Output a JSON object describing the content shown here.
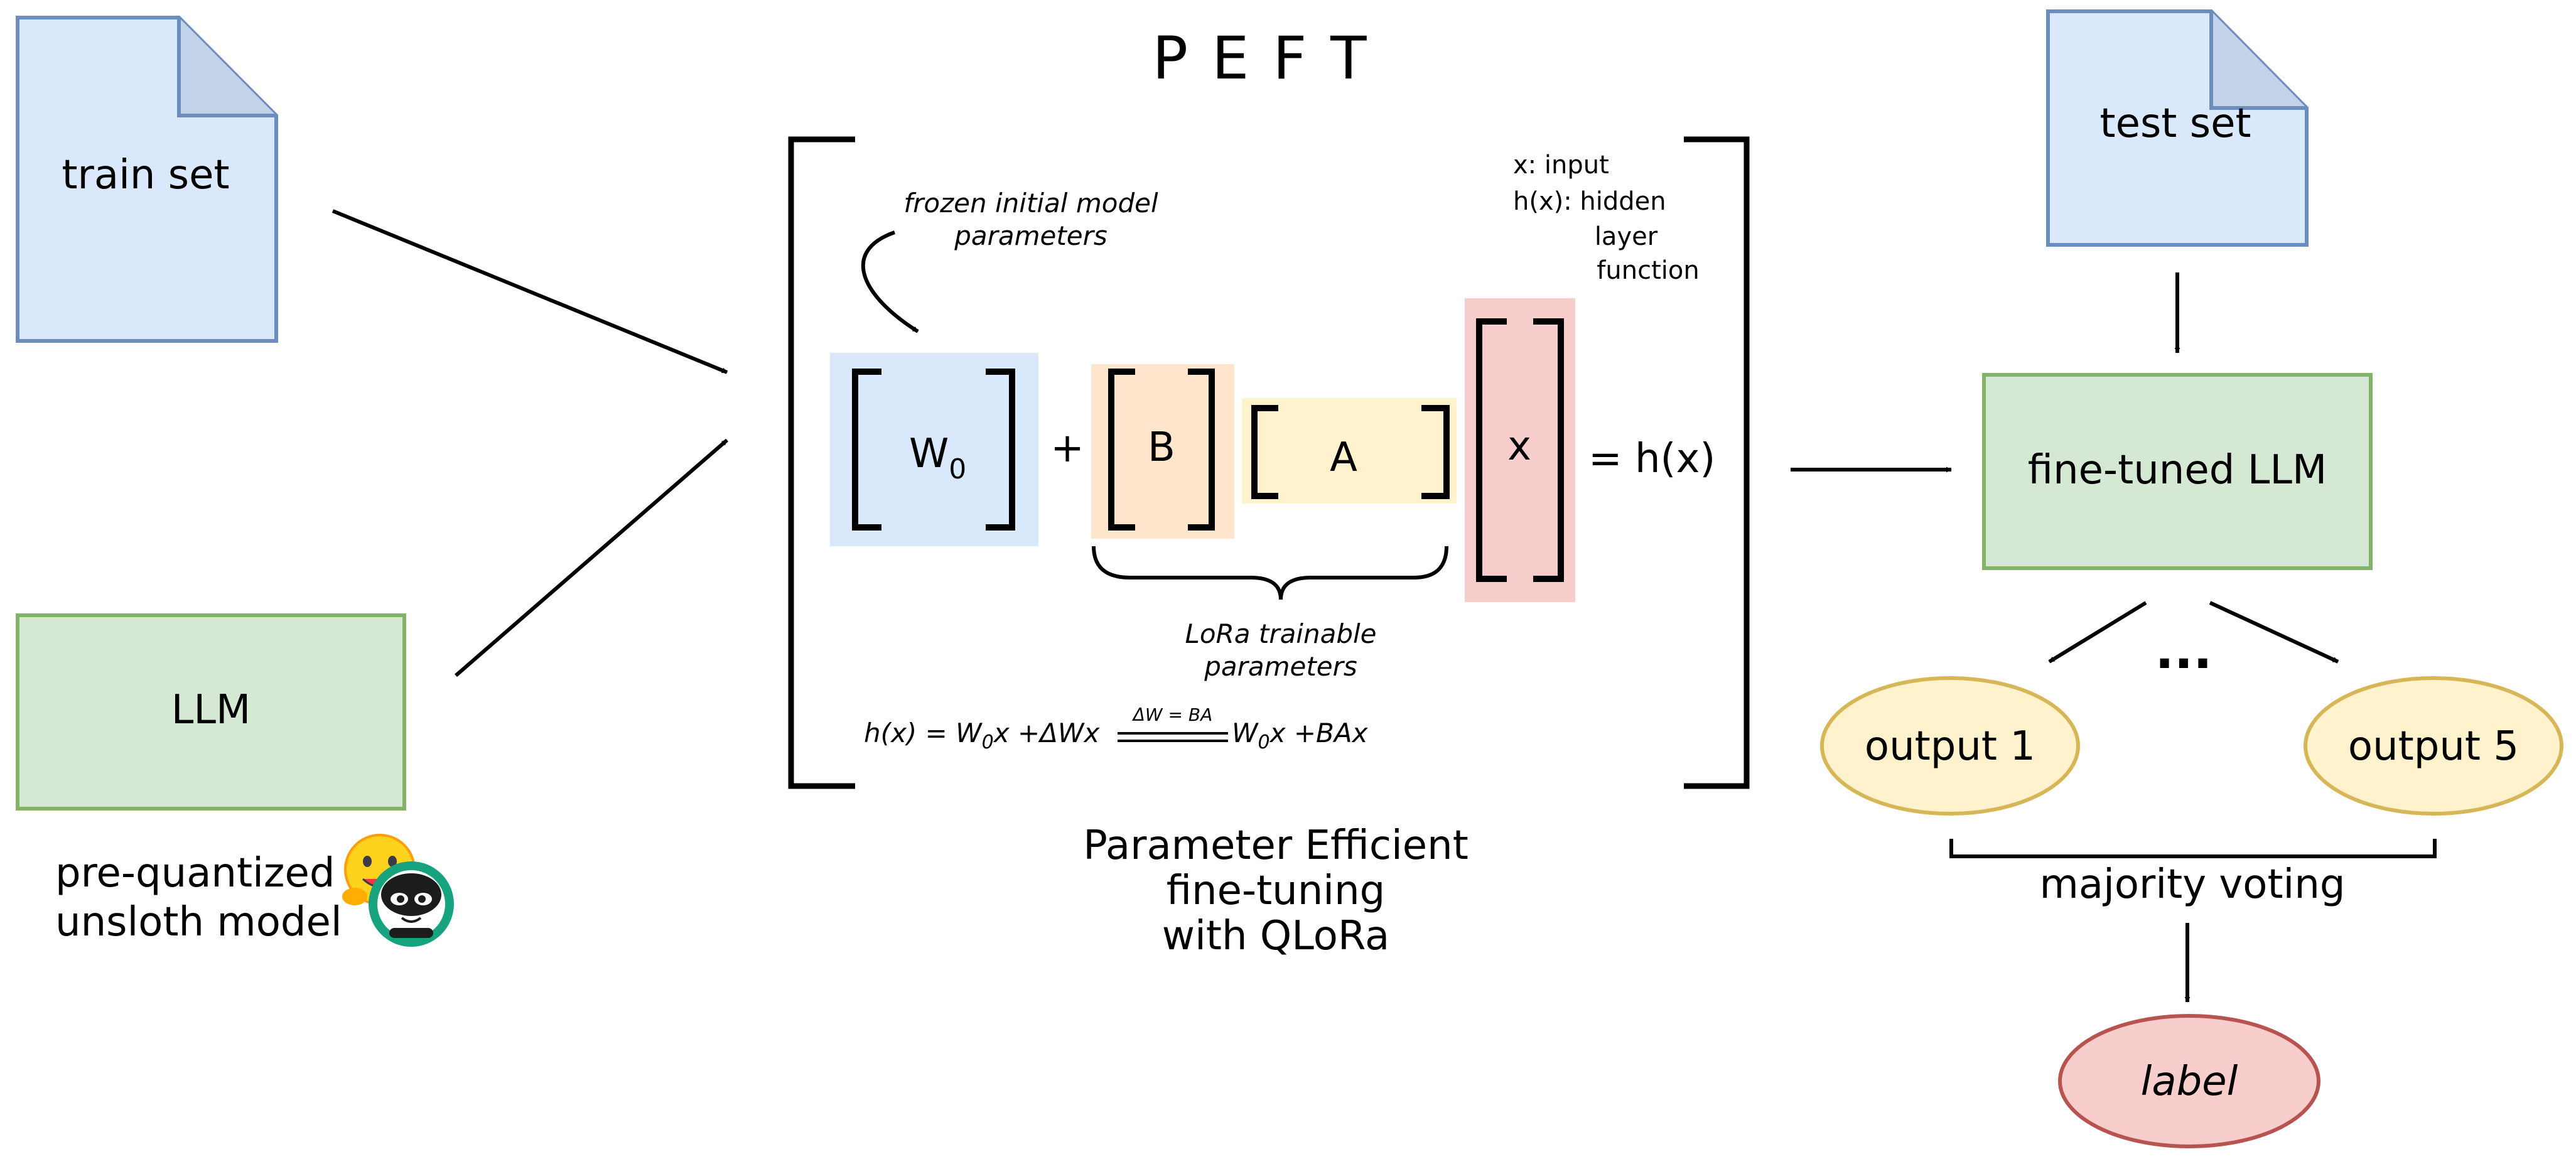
{
  "title": "P E F T",
  "train_set": {
    "label": "train set"
  },
  "llm": {
    "label": "LLM"
  },
  "pre_quantized": {
    "line1": "pre-quantized",
    "line2": "unsloth model"
  },
  "annotations": {
    "frozen_line1": "frozen initial model",
    "frozen_line2": "parameters",
    "x_input": "x: input",
    "hx_line1": "h(x): hidden",
    "hx_line2": "layer",
    "hx_line3": "function",
    "lora_line1": "LoRa trainable",
    "lora_line2": "parameters"
  },
  "matrices": {
    "w0": "W",
    "w0_sub": "0",
    "plus": "+",
    "b": "B",
    "a": "A",
    "x": "x",
    "equals": "= h(x)"
  },
  "formula": {
    "lhs": "h(x) = W",
    "sub1": "0",
    "mid1": "x +ΔWx",
    "over": "ΔW = BA",
    "rhs1": "W",
    "sub2": "0",
    "rhs2": "x +BAx"
  },
  "peft_caption": {
    "line1": "Parameter Efficient",
    "line2": "fine-tuning",
    "line3": "with QLoRa"
  },
  "test_set": {
    "label": "test set"
  },
  "fine_tuned": {
    "label": "fine-tuned LLM"
  },
  "outputs": {
    "output1": "output 1",
    "ellipsis": "...",
    "output5": "output 5"
  },
  "voting": {
    "label": "majority voting"
  },
  "result": {
    "label": "label"
  },
  "colors": {
    "blue_fill": "#dae8fc",
    "blue_stroke": "#6c8ebf",
    "green_fill": "#d5e8d4",
    "green_stroke": "#82b366",
    "orange_fill": "#ffe6cc",
    "yellow_fill": "#fff2cc",
    "yellow_stroke": "#d6b656",
    "red_fill": "#f8cecc",
    "red_stroke": "#b85450"
  },
  "icons": [
    "hugging-face-emoji-icon",
    "unsloth-sloth-logo-icon"
  ]
}
